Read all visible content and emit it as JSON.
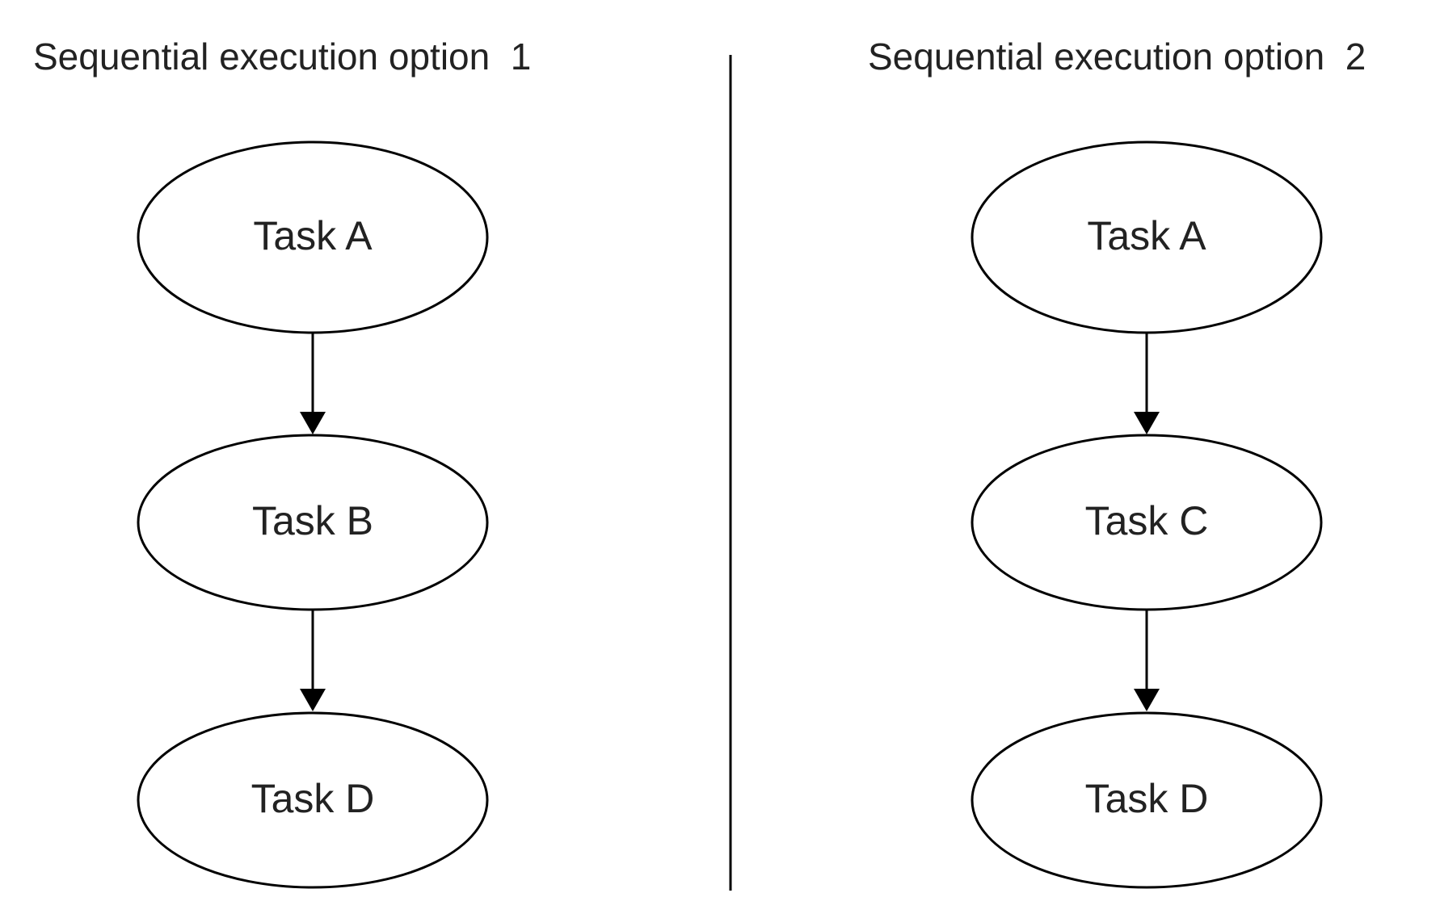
{
  "diagram": {
    "options": [
      {
        "title": "Sequential execution option  1",
        "nodes": [
          {
            "id": "a",
            "label": "Task A"
          },
          {
            "id": "b",
            "label": "Task B"
          },
          {
            "id": "d",
            "label": "Task D"
          }
        ],
        "edges": [
          {
            "from": "a",
            "to": "b"
          },
          {
            "from": "b",
            "to": "d"
          }
        ]
      },
      {
        "title": "Sequential execution option  2",
        "nodes": [
          {
            "id": "a",
            "label": "Task A"
          },
          {
            "id": "c",
            "label": "Task C"
          },
          {
            "id": "d",
            "label": "Task D"
          }
        ],
        "edges": [
          {
            "from": "a",
            "to": "c"
          },
          {
            "from": "c",
            "to": "d"
          }
        ]
      }
    ]
  },
  "colors": {
    "stroke": "#000000",
    "text": "#222222",
    "background": "#ffffff"
  }
}
